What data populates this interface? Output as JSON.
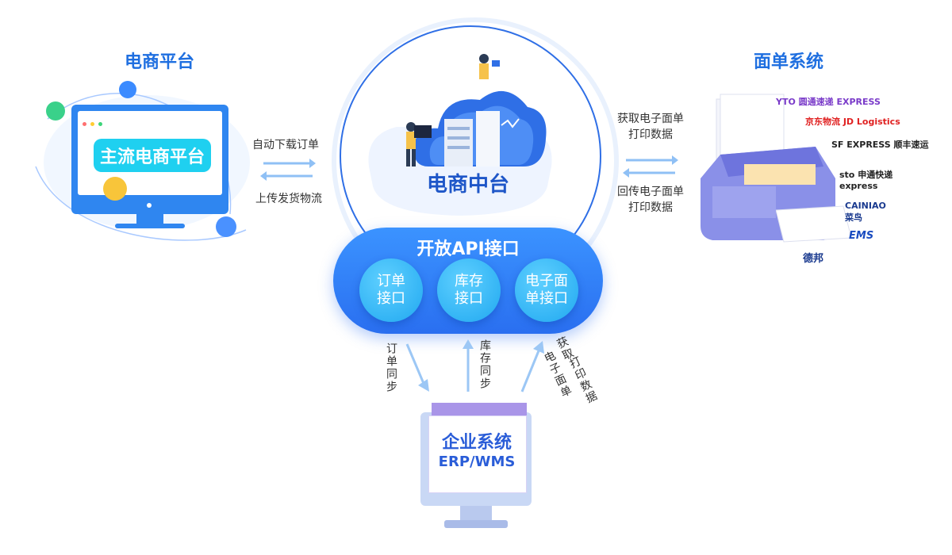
{
  "left_panel": {
    "title": "电商平台",
    "screen_label": "主流电商平台"
  },
  "arrows_left": {
    "top_label": "自动下载订单",
    "bottom_label": "上传发货物流"
  },
  "center": {
    "cloud_label": "电商中台",
    "api_title": "开放API接口",
    "interfaces": [
      "订单\n接口",
      "库存\n接口",
      "电子面\n单接口"
    ]
  },
  "arrows_right": {
    "top_label": "获取电子面单\n打印数据",
    "bottom_label": "回传电子面单\n打印数据"
  },
  "right_panel": {
    "title": "面单系统",
    "logos": [
      "YTO 圆通速递 EXPRESS",
      "京东物流 JD Logistics",
      "SF EXPRESS 顺丰速运",
      "sto 申通快递 express",
      "CAINIAO 菜鸟",
      "EMS",
      "德邦"
    ]
  },
  "bottom_arrows": {
    "left": "订单同步",
    "middle": "库存同步",
    "right_line1": "获取",
    "right_line2": "电子面单",
    "right_line3": "打印数据"
  },
  "bottom_panel": {
    "title": "企业系统",
    "subtitle": "ERP/WMS"
  }
}
